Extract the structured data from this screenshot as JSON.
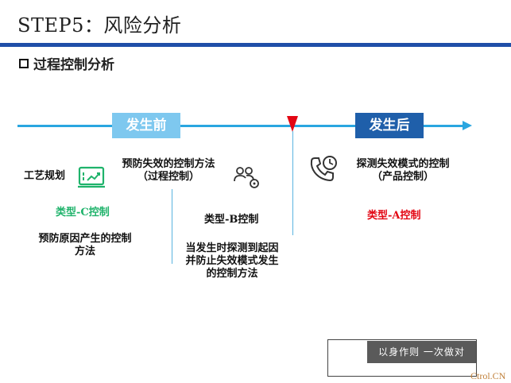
{
  "header": {
    "title": "STEP5：风险分析"
  },
  "section": {
    "subtitle": "过程控制分析"
  },
  "timeline": {
    "before_label": "发生前",
    "after_label": "发生后"
  },
  "left": {
    "process_label": "工艺规划",
    "type_label": "类型-C控制",
    "desc_line1": "预防原因产生的控制",
    "desc_line2": "方法"
  },
  "middle": {
    "method_line1": "预防失效的控制方法",
    "method_line2": "（过程控制）",
    "type_label": "类型-B控制",
    "desc_line1": "当发生时探测到起因",
    "desc_line2": "并防止失效模式发生",
    "desc_line3": "的控制方法"
  },
  "right": {
    "method_line1": "探测失效模式的控制",
    "method_line2": "（产品控制）",
    "type_label": "类型-A控制"
  },
  "footer": {
    "stamp_text": "以身作则  一次做对",
    "watermark": "Ctrol.CN"
  },
  "colors": {
    "title_bar": "#1f4fa8",
    "timeline": "#2aa6e0",
    "before": "#7ec8ef",
    "after": "#1f5faa",
    "marker": "#e30613",
    "type_c": "#1fb36b",
    "type_a": "#e30613"
  },
  "icons": [
    "monitor-chart-icon",
    "users-settings-icon",
    "phone-clock-icon"
  ]
}
